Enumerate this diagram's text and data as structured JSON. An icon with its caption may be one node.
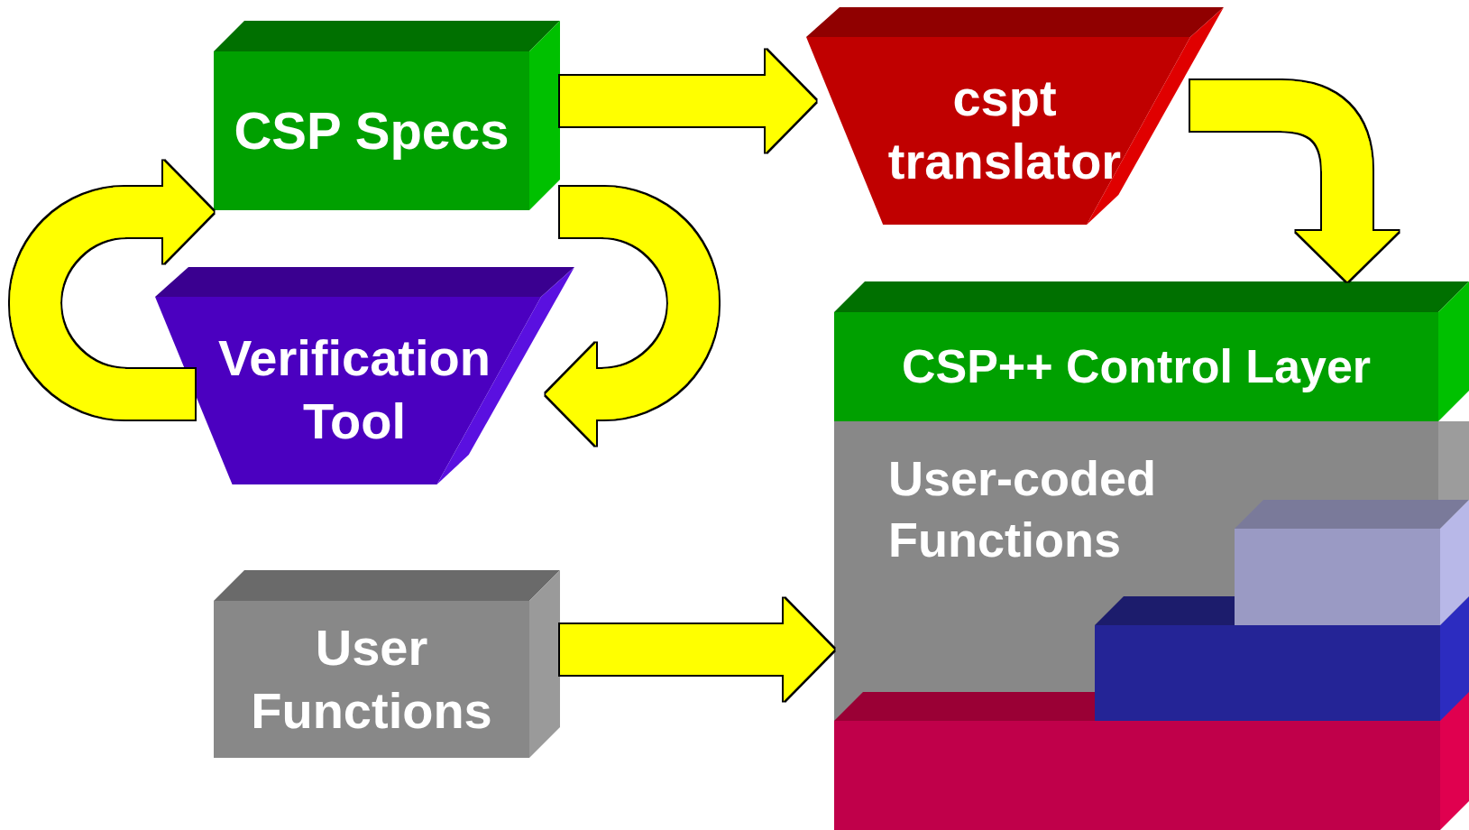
{
  "diagram": {
    "nodes": [
      {
        "text": [
          "CSP Specs"
        ]
      },
      {
        "text": [
          "cspt translator"
        ]
      },
      {
        "text": [
          "Verification Tool"
        ]
      },
      {
        "text": [
          "User Functions"
        ]
      },
      {
        "text": [
          "CSP++ Control Layer"
        ]
      },
      {
        "text": [
          "User-coded Functions"
        ]
      },
      {
        "text": [],
        "shape": "box",
        "in": 5
      },
      {
        "text": [],
        "shape": "box",
        "in": 5
      },
      {
        "text": [],
        "shape": "box"
      }
    ],
    "edges": [
      {
        "from": 0,
        "to": 1,
        "arrow": "to"
      },
      {
        "from": 1,
        "to": 4,
        "arrow": "to"
      },
      {
        "from": 0,
        "to": 2,
        "arrow": "to"
      },
      {
        "from": 2,
        "to": 0,
        "arrow": "to"
      },
      {
        "from": 3,
        "to": 5,
        "arrow": "to"
      }
    ]
  }
}
